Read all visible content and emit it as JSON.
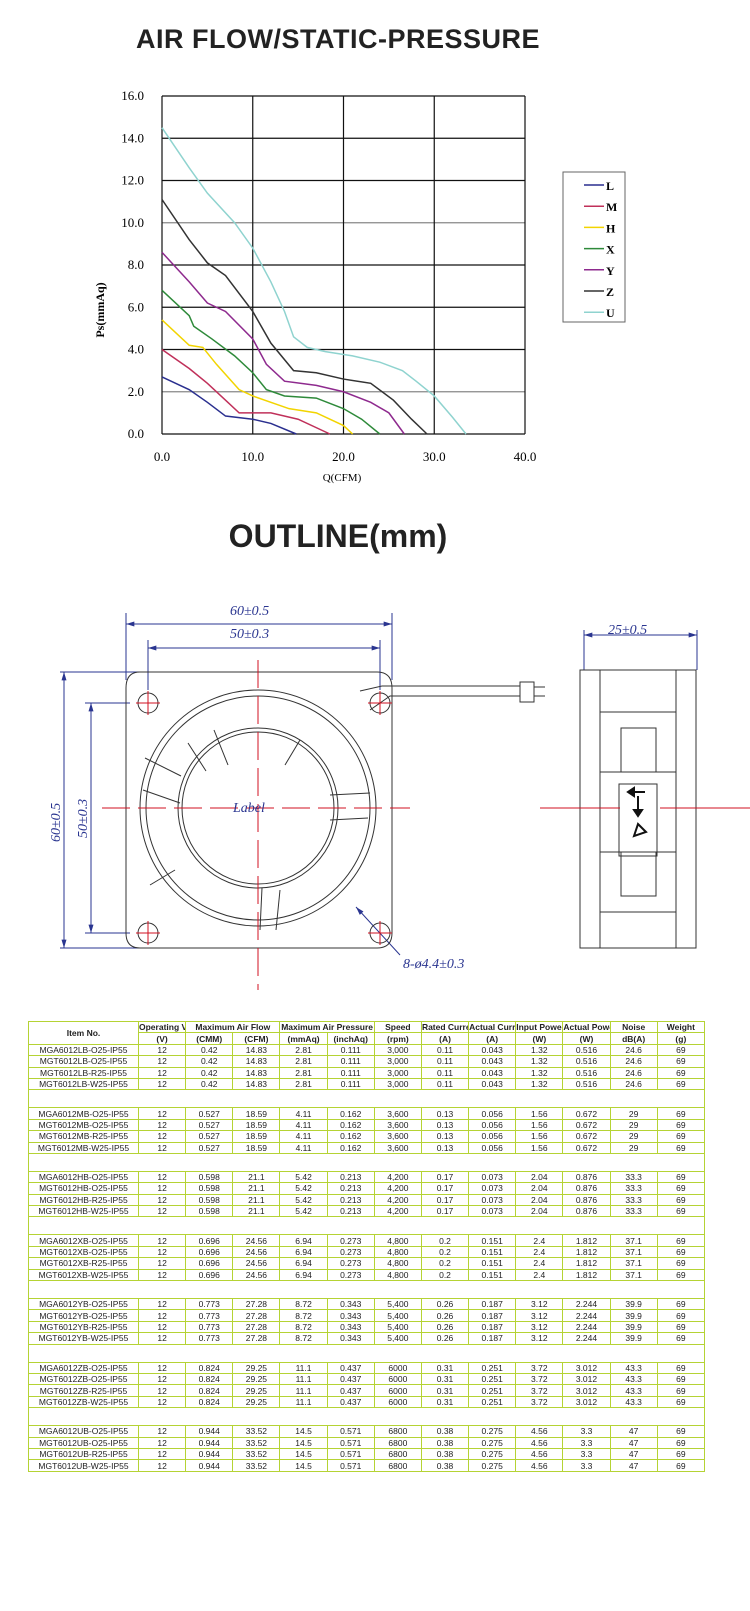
{
  "chart_title": "AIR FLOW/STATIC-PRESSURE",
  "outline_title": "OUTLINE(mm)",
  "chart_data": {
    "type": "line",
    "xlabel": "Q(CFM)",
    "ylabel": "Ps(mmAq)",
    "xlim": [
      0,
      40
    ],
    "ylim": [
      0,
      16
    ],
    "xticks": [
      "0.0",
      "10.0",
      "20.0",
      "30.0",
      "40.0"
    ],
    "yticks": [
      "0.0",
      "2.0",
      "4.0",
      "6.0",
      "8.0",
      "10.0",
      "12.0",
      "14.0",
      "16.0"
    ],
    "grid": true,
    "legend_position": "right",
    "series": [
      {
        "name": "L",
        "color": "#2a2f8f",
        "points": [
          [
            0,
            2.7
          ],
          [
            3,
            2.1
          ],
          [
            5,
            1.5
          ],
          [
            7,
            0.85
          ],
          [
            10,
            0.7
          ],
          [
            12,
            0.5
          ],
          [
            14.8,
            0
          ]
        ]
      },
      {
        "name": "M",
        "color": "#c0305a",
        "points": [
          [
            0,
            4.0
          ],
          [
            3,
            3.1
          ],
          [
            5,
            2.4
          ],
          [
            7,
            1.6
          ],
          [
            8.5,
            1.0
          ],
          [
            12,
            1.0
          ],
          [
            15,
            0.7
          ],
          [
            18.5,
            0
          ]
        ]
      },
      {
        "name": "H",
        "color": "#f2d400",
        "points": [
          [
            0,
            5.4
          ],
          [
            3,
            4.2
          ],
          [
            4.5,
            4.1
          ],
          [
            6,
            3.3
          ],
          [
            8.5,
            2.1
          ],
          [
            10,
            1.8
          ],
          [
            14,
            1.2
          ],
          [
            17,
            1.0
          ],
          [
            20,
            0.4
          ],
          [
            21,
            0
          ]
        ]
      },
      {
        "name": "X",
        "color": "#2e8a3a",
        "points": [
          [
            0,
            6.8
          ],
          [
            3,
            5.6
          ],
          [
            3.5,
            5.1
          ],
          [
            5.5,
            4.5
          ],
          [
            8,
            3.7
          ],
          [
            10,
            2.9
          ],
          [
            11.5,
            2.1
          ],
          [
            13.5,
            1.8
          ],
          [
            17,
            1.7
          ],
          [
            20,
            1.2
          ],
          [
            22,
            0.7
          ],
          [
            24,
            0
          ]
        ]
      },
      {
        "name": "Y",
        "color": "#8e2a8e",
        "points": [
          [
            0,
            8.6
          ],
          [
            3,
            7.2
          ],
          [
            5,
            6.2
          ],
          [
            7,
            5.8
          ],
          [
            10,
            4.5
          ],
          [
            11.5,
            3.3
          ],
          [
            13.5,
            2.5
          ],
          [
            17,
            2.3
          ],
          [
            20,
            2.0
          ],
          [
            23,
            1.5
          ],
          [
            25,
            1.0
          ],
          [
            26.7,
            0
          ]
        ]
      },
      {
        "name": "Z",
        "color": "#333333",
        "points": [
          [
            0,
            11.1
          ],
          [
            3,
            9.2
          ],
          [
            5,
            8.1
          ],
          [
            7,
            7.5
          ],
          [
            10,
            5.8
          ],
          [
            12,
            4.3
          ],
          [
            14.5,
            3.0
          ],
          [
            17,
            2.9
          ],
          [
            20,
            2.6
          ],
          [
            23,
            2.4
          ],
          [
            25.5,
            1.6
          ],
          [
            27.5,
            0.7
          ],
          [
            29.2,
            0
          ]
        ]
      },
      {
        "name": "U",
        "color": "#8fd3cf",
        "points": [
          [
            0,
            14.5
          ],
          [
            3,
            12.6
          ],
          [
            5,
            11.4
          ],
          [
            8,
            10.0
          ],
          [
            10,
            8.8
          ],
          [
            12,
            7.2
          ],
          [
            13.5,
            5.8
          ],
          [
            14.5,
            4.6
          ],
          [
            16,
            4.1
          ],
          [
            18,
            3.9
          ],
          [
            21,
            3.7
          ],
          [
            24,
            3.4
          ],
          [
            26.5,
            3.0
          ],
          [
            28,
            2.5
          ],
          [
            30,
            1.8
          ],
          [
            32,
            0.8
          ],
          [
            33.5,
            0
          ]
        ]
      }
    ]
  },
  "outline": {
    "width_outer": "60±0.5",
    "width_inner": "50±0.3",
    "height_outer": "60±0.5",
    "height_inner": "50±0.3",
    "depth": "25±0.5",
    "holes": "8-ø4.4±0.3",
    "label": "Label"
  },
  "table": {
    "headers": [
      "Item No.",
      "Operating Voltage",
      "Maximum Air Flow",
      "Maximum Air Pressure",
      "Speed",
      "Rated Current",
      "Actual Current",
      "Input Power",
      "Actual Power",
      "Noise",
      "Weight"
    ],
    "units": [
      "(V)",
      "(CMM)",
      "(CFM)",
      "(mmAq)",
      "(inchAq)",
      "(rpm)",
      "(A)",
      "(A)",
      "(W)",
      "(W)",
      "dB(A)",
      "(g)"
    ],
    "groups": [
      [
        [
          "MGA6012LB-O25-IP55",
          "12",
          "0.42",
          "14.83",
          "2.81",
          "0.111",
          "3,000",
          "0.11",
          "0.043",
          "1.32",
          "0.516",
          "24.6",
          "69"
        ],
        [
          "MGT6012LB-O25-IP55",
          "12",
          "0.42",
          "14.83",
          "2.81",
          "0.111",
          "3,000",
          "0.11",
          "0.043",
          "1.32",
          "0.516",
          "24.6",
          "69"
        ],
        [
          "MGT6012LB-R25-IP55",
          "12",
          "0.42",
          "14.83",
          "2.81",
          "0.111",
          "3,000",
          "0.11",
          "0.043",
          "1.32",
          "0.516",
          "24.6",
          "69"
        ],
        [
          "MGT6012LB-W25-IP55",
          "12",
          "0.42",
          "14.83",
          "2.81",
          "0.111",
          "3,000",
          "0.11",
          "0.043",
          "1.32",
          "0.516",
          "24.6",
          "69"
        ]
      ],
      [
        [
          "MGA6012MB-O25-IP55",
          "12",
          "0.527",
          "18.59",
          "4.11",
          "0.162",
          "3,600",
          "0.13",
          "0.056",
          "1.56",
          "0.672",
          "29",
          "69"
        ],
        [
          "MGT6012MB-O25-IP55",
          "12",
          "0.527",
          "18.59",
          "4.11",
          "0.162",
          "3,600",
          "0.13",
          "0.056",
          "1.56",
          "0.672",
          "29",
          "69"
        ],
        [
          "MGT6012MB-R25-IP55",
          "12",
          "0.527",
          "18.59",
          "4.11",
          "0.162",
          "3,600",
          "0.13",
          "0.056",
          "1.56",
          "0.672",
          "29",
          "69"
        ],
        [
          "MGT6012MB-W25-IP55",
          "12",
          "0.527",
          "18.59",
          "4.11",
          "0.162",
          "3,600",
          "0.13",
          "0.056",
          "1.56",
          "0.672",
          "29",
          "69"
        ]
      ],
      [
        [
          "MGA6012HB-O25-IP55",
          "12",
          "0.598",
          "21.1",
          "5.42",
          "0.213",
          "4,200",
          "0.17",
          "0.073",
          "2.04",
          "0.876",
          "33.3",
          "69"
        ],
        [
          "MGT6012HB-O25-IP55",
          "12",
          "0.598",
          "21.1",
          "5.42",
          "0.213",
          "4,200",
          "0.17",
          "0.073",
          "2.04",
          "0.876",
          "33.3",
          "69"
        ],
        [
          "MGT6012HB-R25-IP55",
          "12",
          "0.598",
          "21.1",
          "5.42",
          "0.213",
          "4,200",
          "0.17",
          "0.073",
          "2.04",
          "0.876",
          "33.3",
          "69"
        ],
        [
          "MGT6012HB-W25-IP55",
          "12",
          "0.598",
          "21.1",
          "5.42",
          "0.213",
          "4,200",
          "0.17",
          "0.073",
          "2.04",
          "0.876",
          "33.3",
          "69"
        ]
      ],
      [
        [
          "MGA6012XB-O25-IP55",
          "12",
          "0.696",
          "24.56",
          "6.94",
          "0.273",
          "4,800",
          "0.2",
          "0.151",
          "2.4",
          "1.812",
          "37.1",
          "69"
        ],
        [
          "MGT6012XB-O25-IP55",
          "12",
          "0.696",
          "24.56",
          "6.94",
          "0.273",
          "4,800",
          "0.2",
          "0.151",
          "2.4",
          "1.812",
          "37.1",
          "69"
        ],
        [
          "MGT6012XB-R25-IP55",
          "12",
          "0.696",
          "24.56",
          "6.94",
          "0.273",
          "4,800",
          "0.2",
          "0.151",
          "2.4",
          "1.812",
          "37.1",
          "69"
        ],
        [
          "MGT6012XB-W25-IP55",
          "12",
          "0.696",
          "24.56",
          "6.94",
          "0.273",
          "4,800",
          "0.2",
          "0.151",
          "2.4",
          "1.812",
          "37.1",
          "69"
        ]
      ],
      [
        [
          "MGA6012YB-O25-IP55",
          "12",
          "0.773",
          "27.28",
          "8.72",
          "0.343",
          "5,400",
          "0.26",
          "0.187",
          "3.12",
          "2.244",
          "39.9",
          "69"
        ],
        [
          "MGT6012YB-O25-IP55",
          "12",
          "0.773",
          "27.28",
          "8.72",
          "0.343",
          "5,400",
          "0.26",
          "0.187",
          "3.12",
          "2.244",
          "39.9",
          "69"
        ],
        [
          "MGT6012YB-R25-IP55",
          "12",
          "0.773",
          "27.28",
          "8.72",
          "0.343",
          "5,400",
          "0.26",
          "0.187",
          "3.12",
          "2.244",
          "39.9",
          "69"
        ],
        [
          "MGT6012YB-W25-IP55",
          "12",
          "0.773",
          "27.28",
          "8.72",
          "0.343",
          "5,400",
          "0.26",
          "0.187",
          "3.12",
          "2.244",
          "39.9",
          "69"
        ]
      ],
      [
        [
          "MGA6012ZB-O25-IP55",
          "12",
          "0.824",
          "29.25",
          "11.1",
          "0.437",
          "6000",
          "0.31",
          "0.251",
          "3.72",
          "3.012",
          "43.3",
          "69"
        ],
        [
          "MGT6012ZB-O25-IP55",
          "12",
          "0.824",
          "29.25",
          "11.1",
          "0.437",
          "6000",
          "0.31",
          "0.251",
          "3.72",
          "3.012",
          "43.3",
          "69"
        ],
        [
          "MGT6012ZB-R25-IP55",
          "12",
          "0.824",
          "29.25",
          "11.1",
          "0.437",
          "6000",
          "0.31",
          "0.251",
          "3.72",
          "3.012",
          "43.3",
          "69"
        ],
        [
          "MGT6012ZB-W25-IP55",
          "12",
          "0.824",
          "29.25",
          "11.1",
          "0.437",
          "6000",
          "0.31",
          "0.251",
          "3.72",
          "3.012",
          "43.3",
          "69"
        ]
      ],
      [
        [
          "MGA6012UB-O25-IP55",
          "12",
          "0.944",
          "33.52",
          "14.5",
          "0.571",
          "6800",
          "0.38",
          "0.275",
          "4.56",
          "3.3",
          "47",
          "69"
        ],
        [
          "MGT6012UB-O25-IP55",
          "12",
          "0.944",
          "33.52",
          "14.5",
          "0.571",
          "6800",
          "0.38",
          "0.275",
          "4.56",
          "3.3",
          "47",
          "69"
        ],
        [
          "MGT6012UB-R25-IP55",
          "12",
          "0.944",
          "33.52",
          "14.5",
          "0.571",
          "6800",
          "0.38",
          "0.275",
          "4.56",
          "3.3",
          "47",
          "69"
        ],
        [
          "MGT6012UB-W25-IP55",
          "12",
          "0.944",
          "33.52",
          "14.5",
          "0.571",
          "6800",
          "0.38",
          "0.275",
          "4.56",
          "3.3",
          "47",
          "69"
        ]
      ]
    ]
  }
}
